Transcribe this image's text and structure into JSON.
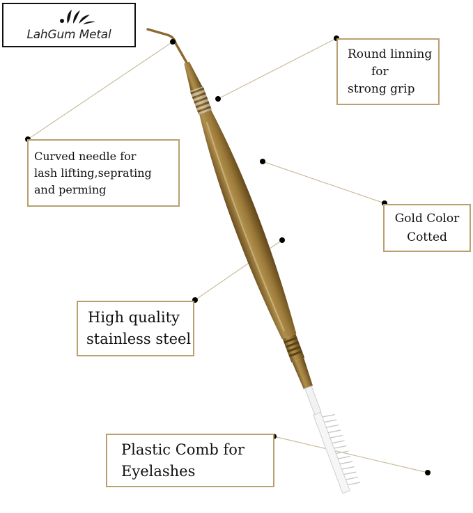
{
  "brand": {
    "name": "LahGum Metal"
  },
  "colors": {
    "gold": "#9c7a3a",
    "border": "#b8a070",
    "leader": "#c9bd9a",
    "comb": "#f2f2f2"
  },
  "callouts": {
    "round_lining": [
      "Round linning",
      "for",
      "strong grip"
    ],
    "curved_needle": [
      "Curved needle for",
      "lash lifting,seprating",
      "and perming"
    ],
    "gold_color": [
      "Gold Color",
      "Cotted"
    ],
    "steel": [
      "High quality",
      "stainless steel"
    ],
    "comb": [
      "Plastic Comb for",
      "Eyelashes"
    ]
  }
}
